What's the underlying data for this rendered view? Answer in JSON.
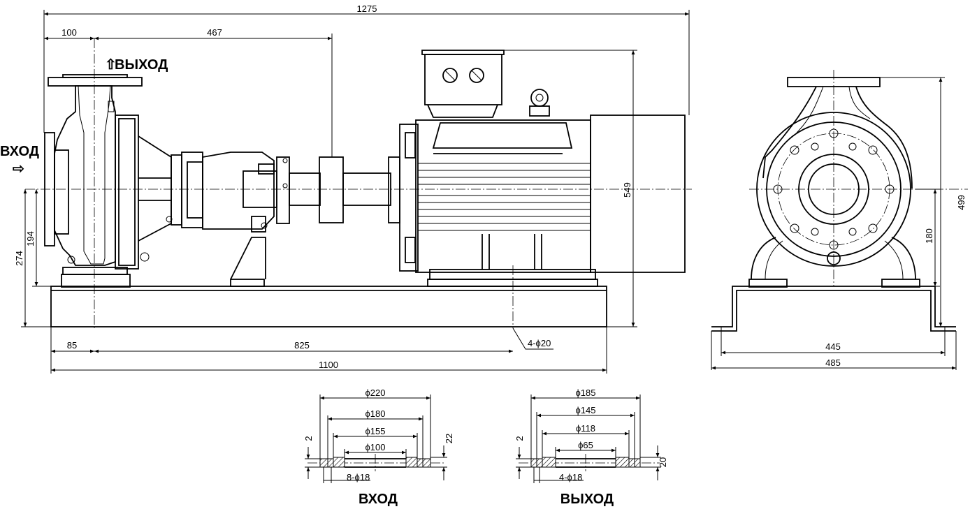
{
  "labels": {
    "outlet_arrow": "⇧",
    "outlet": "ВЫХОД",
    "inlet": "ВХОД",
    "inlet_arrow": "⇨",
    "inlet_flange_title": "ВХОД",
    "outlet_flange_title": "ВЫХОД"
  },
  "front_view": {
    "overall_length": "1275",
    "suction_offset": "100",
    "suction_to_coupling": "467",
    "shaft_height_total": "549",
    "shaft_height_base": "274",
    "suction_center_height": "194",
    "bolt_edge": "85",
    "bolt_spacing": "825",
    "base_length": "1100",
    "bolt_holes": "4-ϕ20"
  },
  "side_view": {
    "total_height": "499",
    "center_height": "180",
    "inner_width": "445",
    "outer_width": "485"
  },
  "inlet_flange": {
    "d_outer": "ϕ220",
    "d_bolt_circle": "ϕ180",
    "d_raised_face": "ϕ155",
    "d_bore": "ϕ100",
    "face_height": "2",
    "thickness": "22",
    "holes": "8-ϕ18"
  },
  "outlet_flange": {
    "d_outer": "ϕ185",
    "d_bolt_circle": "ϕ145",
    "d_raised_face": "ϕ118",
    "d_bore": "ϕ65",
    "face_height": "2",
    "thickness": "20",
    "holes": "4-ϕ18"
  }
}
